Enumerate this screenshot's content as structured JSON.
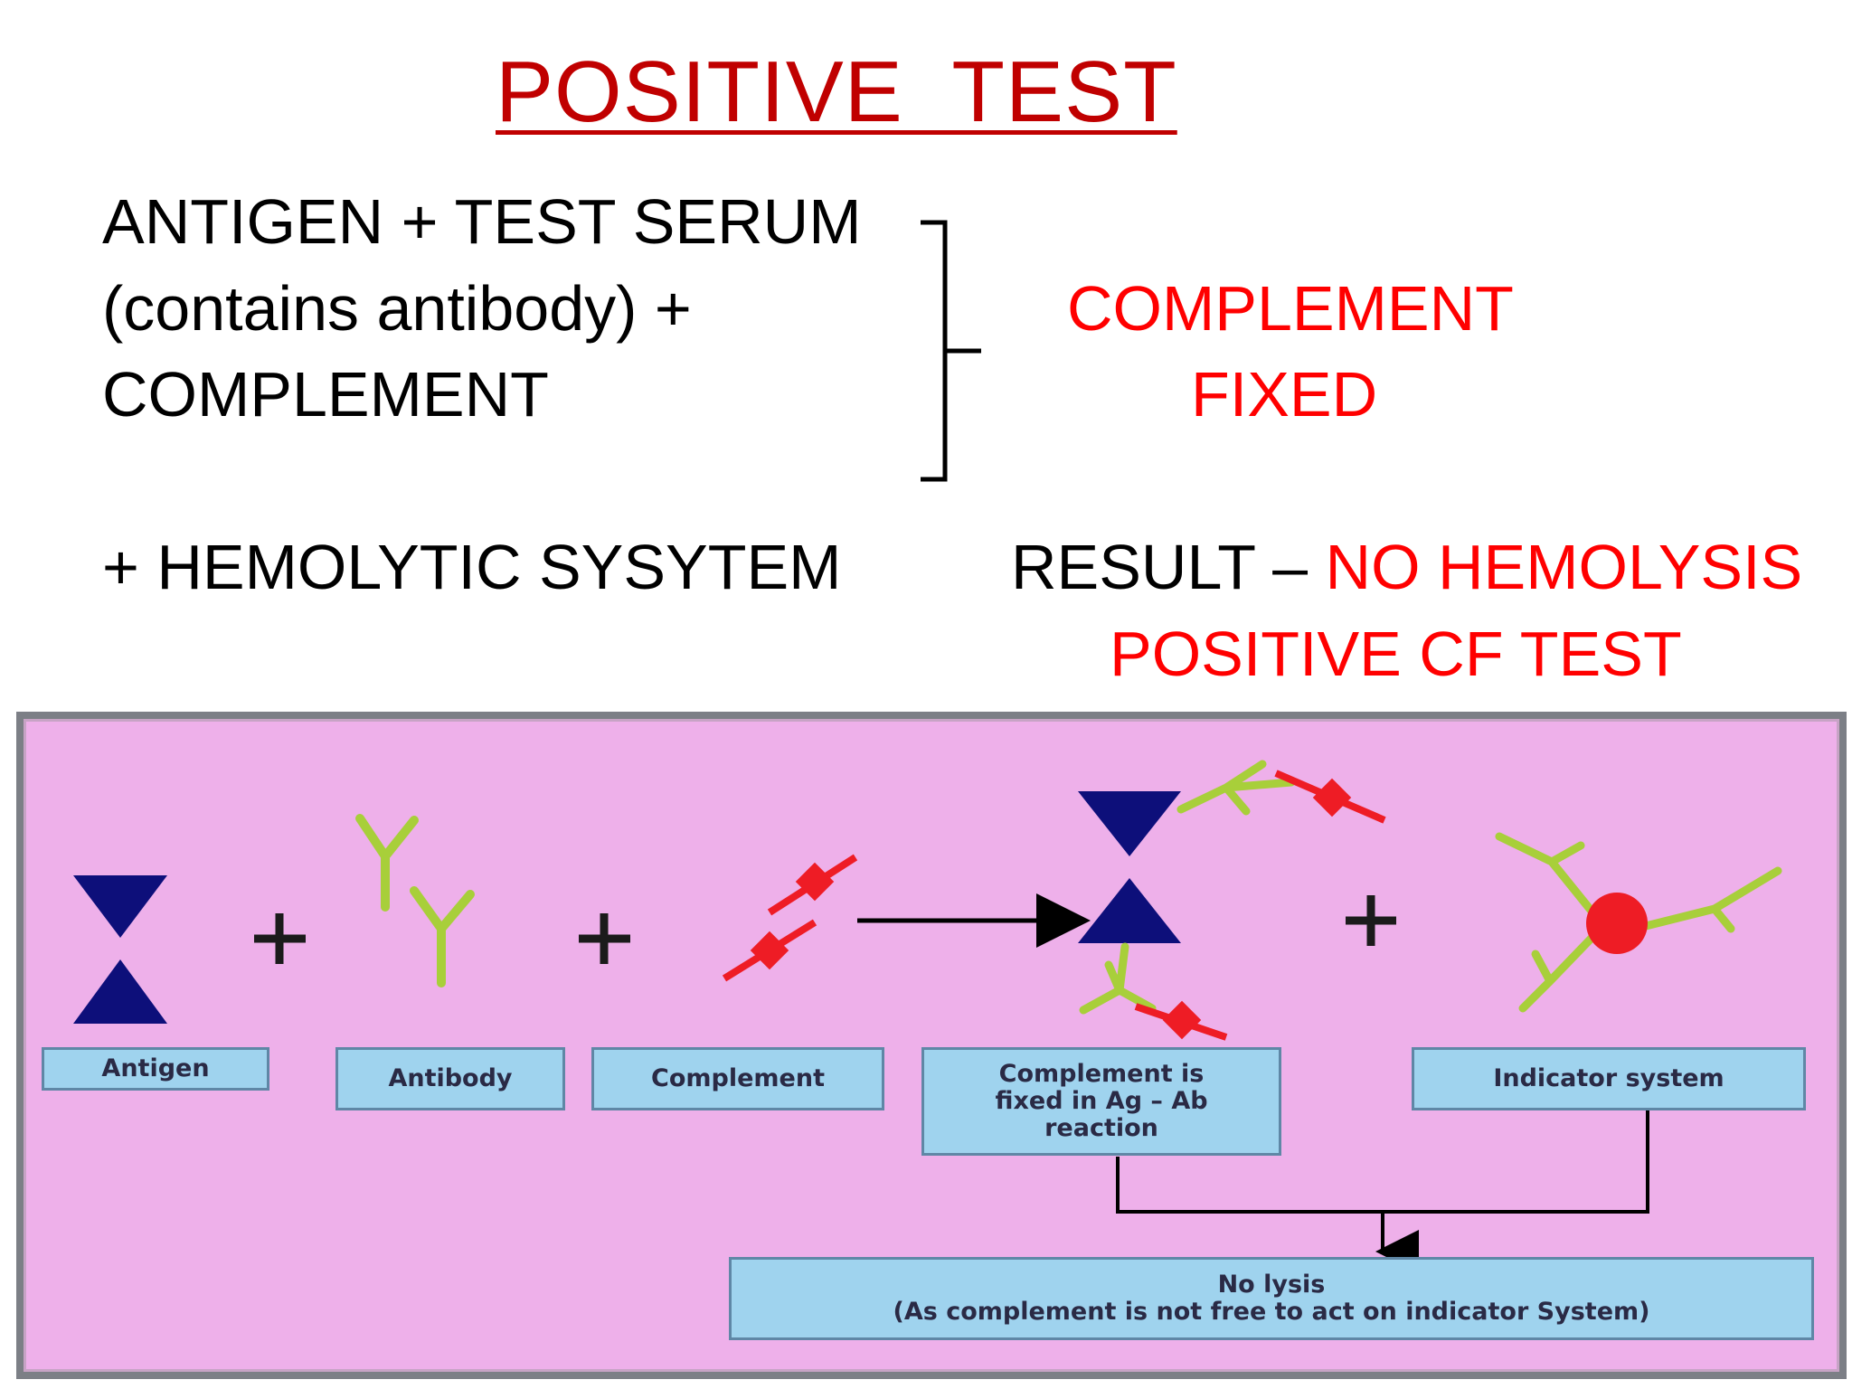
{
  "title": "POSITIVE  TEST",
  "left_text": {
    "line1": "ANTIGEN + TEST SERUM",
    "line2": "(contains antibody) +",
    "line3": "COMPLEMENT",
    "line4": "+ HEMOLYTIC SYSYTEM"
  },
  "right_text": {
    "fixed_line1": "COMPLEMENT",
    "fixed_line2": "FIXED",
    "result_prefix": "RESULT – ",
    "result_value": "NO HEMOLYSIS",
    "result_line2": "POSITIVE CF TEST"
  },
  "diagram": {
    "labels": {
      "antigen": "Antigen",
      "antibody": "Antibody",
      "complement": "Complement",
      "fixed": "Complement is\nfixed in Ag – Ab\nreaction",
      "indicator": "Indicator system",
      "outcome": "No lysis\n(As complement is not free to act on indicator System)"
    },
    "plus": "+"
  },
  "colors": {
    "title": "#c00000",
    "highlight": "#ff0000",
    "panel_background": "#eeb0ea",
    "label_box": "#9fd3ee",
    "antigen": "#0d0f7a",
    "antibody": "#a8cf3a",
    "complement": "#ee1c25"
  }
}
